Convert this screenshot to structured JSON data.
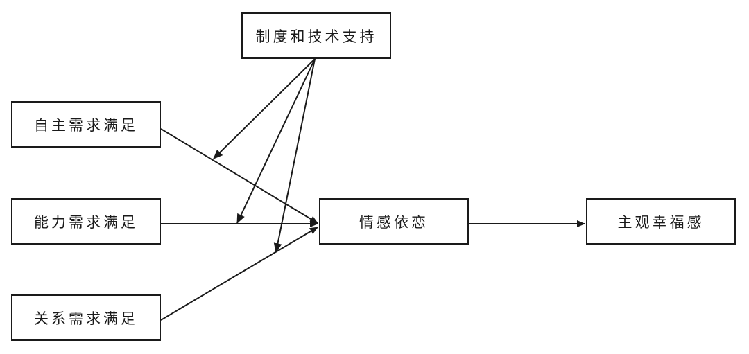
{
  "nodes": {
    "support": {
      "label": "制度和技术支持"
    },
    "autonomy": {
      "label": "自主需求满足"
    },
    "competence": {
      "label": "能力需求满足"
    },
    "relatedness": {
      "label": "关系需求满足"
    },
    "attachment": {
      "label": "情感依恋"
    },
    "wellbeing": {
      "label": "主观幸福感"
    }
  },
  "edges": [
    {
      "from": "autonomy",
      "to": "attachment"
    },
    {
      "from": "competence",
      "to": "attachment"
    },
    {
      "from": "relatedness",
      "to": "attachment"
    },
    {
      "from": "attachment",
      "to": "wellbeing"
    },
    {
      "from": "support",
      "to": "autonomy-attachment-path",
      "type": "moderation"
    },
    {
      "from": "support",
      "to": "competence-attachment-path",
      "type": "moderation"
    },
    {
      "from": "support",
      "to": "relatedness-attachment-path",
      "type": "moderation"
    }
  ],
  "colors": {
    "stroke": "#1a1a1a",
    "background": "#ffffff"
  }
}
